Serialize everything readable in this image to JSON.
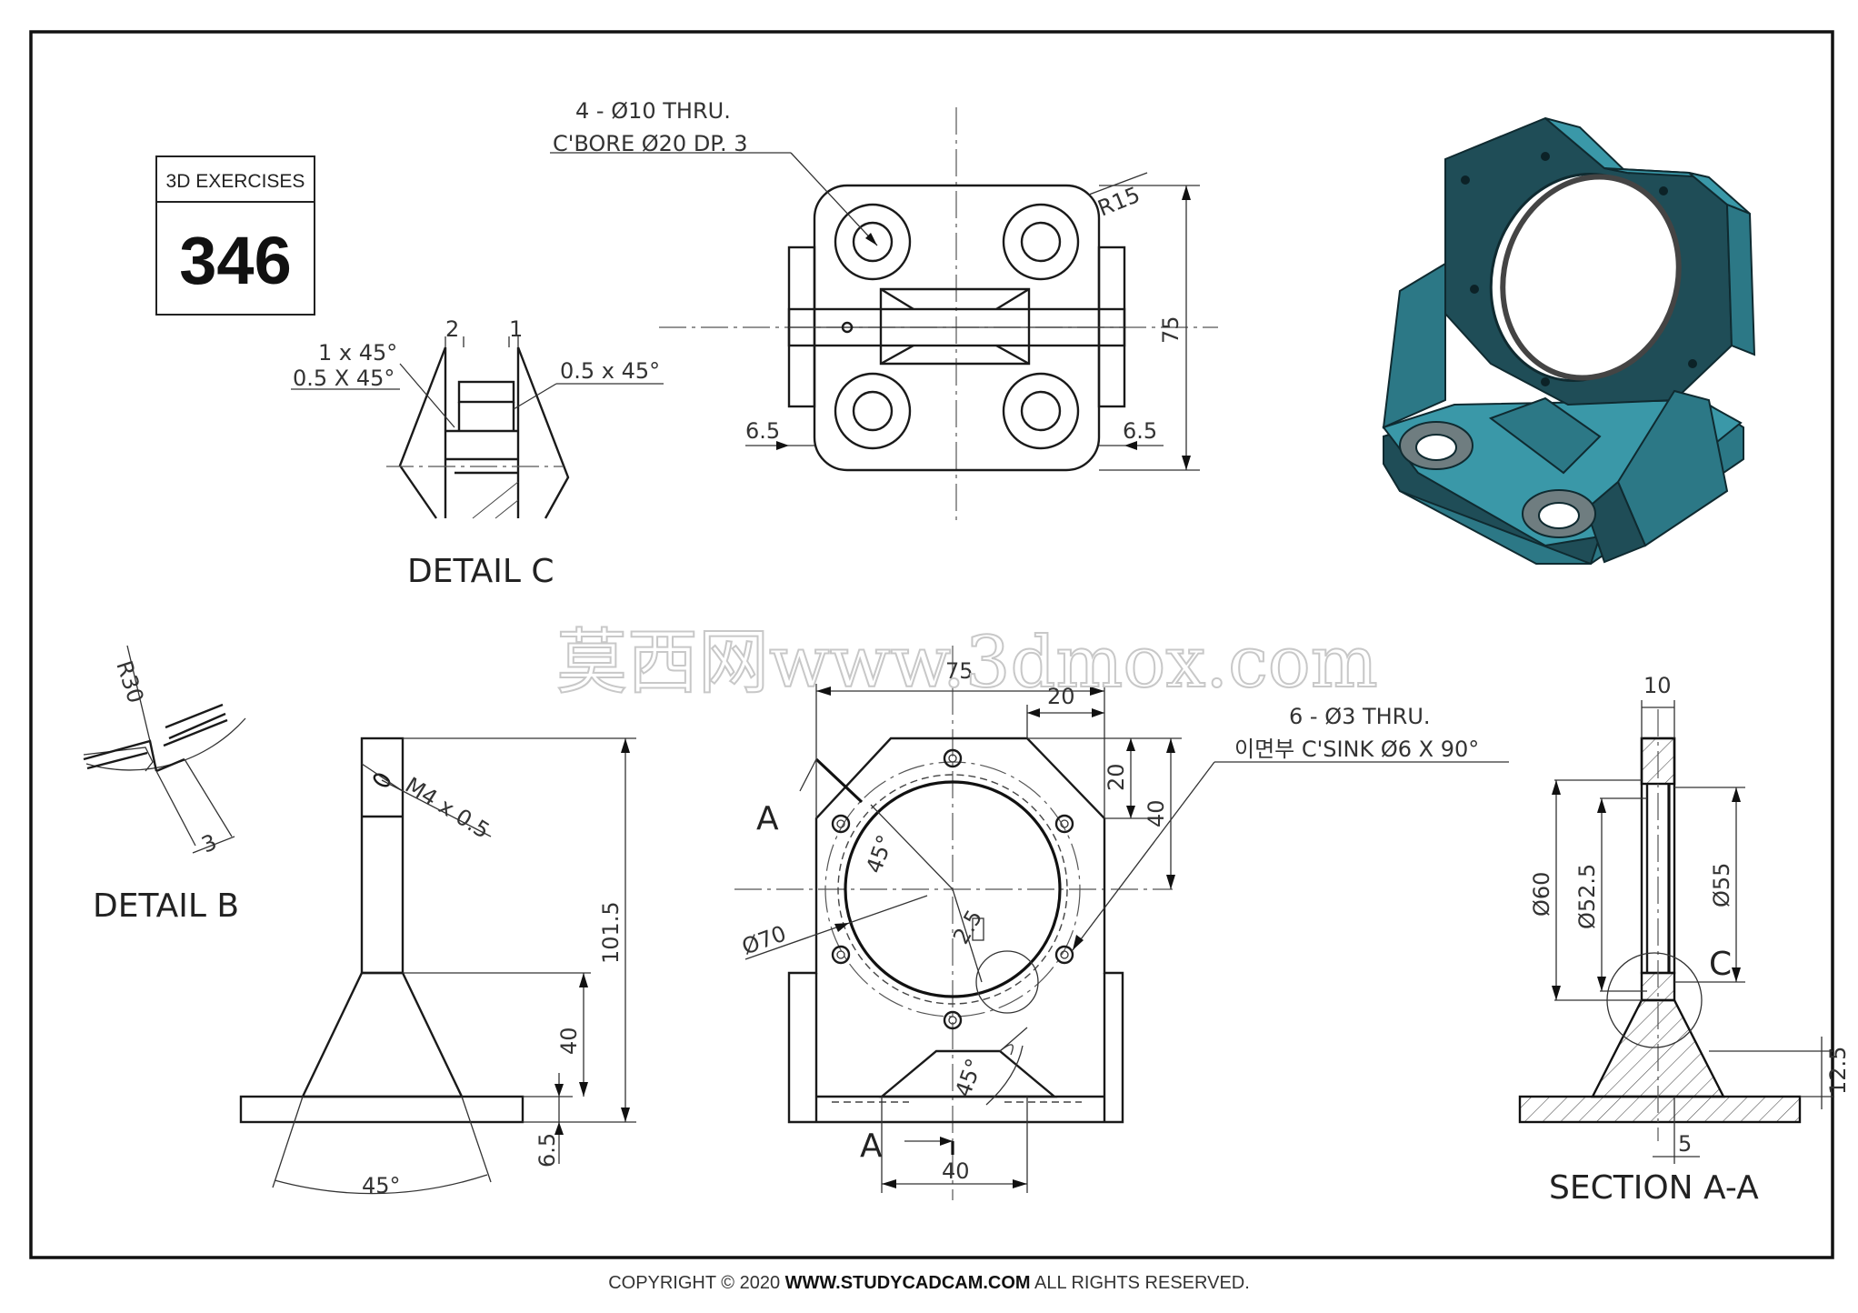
{
  "badge": {
    "caption": "3D EXERCISES",
    "number": "346"
  },
  "labels": {
    "detail_c": "DETAIL C",
    "detail_b": "DETAIL B",
    "section": "SECTION A-A",
    "cut_a_top": "A",
    "cut_a_bottom": "A",
    "cut_c": "C"
  },
  "notes": {
    "holes_line1": "4 - Ø10 THRU.",
    "holes_line2": "C'BORE Ø20 DP. 3",
    "csink_line1": "6 - Ø3 THRU.",
    "csink_line2": "이면부 C'SINK Ø6 X 90°"
  },
  "dims": {
    "top_r15": "R15",
    "top_75": "75",
    "top_6_5_left": "6.5",
    "top_6_5_right": "6.5",
    "dc_2": "2",
    "dc_1": "1",
    "dc_1x45": "1 x 45°",
    "dc_05x45": "0.5 X 45°",
    "dc_05x45_right": "0.5 x 45°",
    "db_r30": "R30",
    "db_3": "3",
    "side_m4": "M4 x 0.5",
    "side_101_5": "101.5",
    "side_40": "40",
    "side_6_5": "6.5",
    "side_45": "45°",
    "front_75": "75",
    "front_20_h": "20",
    "front_20_v": "20",
    "front_40_v": "40",
    "front_45_a": "45°",
    "front_45_b": "45°",
    "front_2_5": "2.5",
    "front_70": "Ø70",
    "front_40_h": "40",
    "sec_10": "10",
    "sec_60": "Ø60",
    "sec_52_5": "Ø52.5",
    "sec_55": "Ø55",
    "sec_12_5": "12.5",
    "sec_5": "5"
  },
  "watermark": "莫西网www.3dmox.com",
  "footer": {
    "prefix": "COPYRIGHT © 2020 ",
    "site": "WWW.STUDYCADCAM.COM",
    "suffix": " ALL RIGHTS RESERVED."
  },
  "colors": {
    "model_dark": "#1f4d57",
    "model_mid": "#2c7886",
    "model_light": "#3a98a8",
    "line": "#1a1a1a"
  }
}
